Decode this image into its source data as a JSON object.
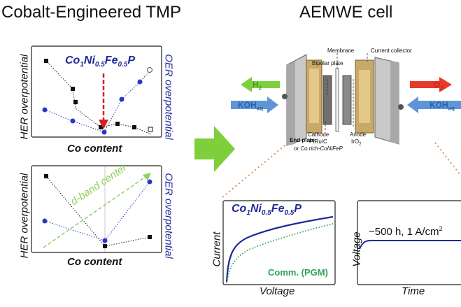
{
  "titles": {
    "left": "Cobalt-Engineered TMP",
    "right": "AEMWE cell"
  },
  "top_plot": {
    "y_left": "HER overpotential",
    "y_right": "OER overpotential",
    "x_label": "Co content",
    "formula": {
      "a": "Co",
      "s1": "1",
      "b": "Ni",
      "s2": "0.5",
      "c": "Fe",
      "s3": "0.5",
      "d": "P"
    }
  },
  "bottom_plot": {
    "y_left": "HER overpotential",
    "y_right": "OER overpotential",
    "x_label": "Co content",
    "annotation": "d-band center"
  },
  "cell": {
    "membrane": "Membrane",
    "current_collector": "Current collector",
    "bipolar_plate": "Bipolar plate",
    "cathode": "Cathode",
    "cathode_cat": "PtRu/C",
    "cathode_alt": "or Co rich-CoNiFeP",
    "anode": "Anode",
    "anode_cat": "IrO",
    "anode_sub": "2",
    "end_plate": "End plate",
    "h2": "H",
    "h2_sub": "2",
    "o2": "O",
    "o2_sub": "2",
    "koh": "KOH",
    "koh_sub": "aq"
  },
  "iv_plot": {
    "formula": {
      "a": "Co",
      "s1": "1",
      "b": "Ni",
      "s2": "0.5",
      "c": "Fe",
      "s3": "0.5",
      "d": "P"
    },
    "y_label": "Current",
    "x_label": "Voltage",
    "legend": "Comm. (PGM)"
  },
  "stability_plot": {
    "y_label": "Voltage",
    "x_label": "Time",
    "annotation": "~500 h, 1 A/cm",
    "annotation_sup": "2"
  },
  "colors": {
    "blue": "#1f2a9a",
    "marker_blue": "#2b36c8",
    "red": "#d42020",
    "green_arrow": "#7fcf3c",
    "green_text": "#2fa35b",
    "orange_dots": "#d9925a"
  }
}
